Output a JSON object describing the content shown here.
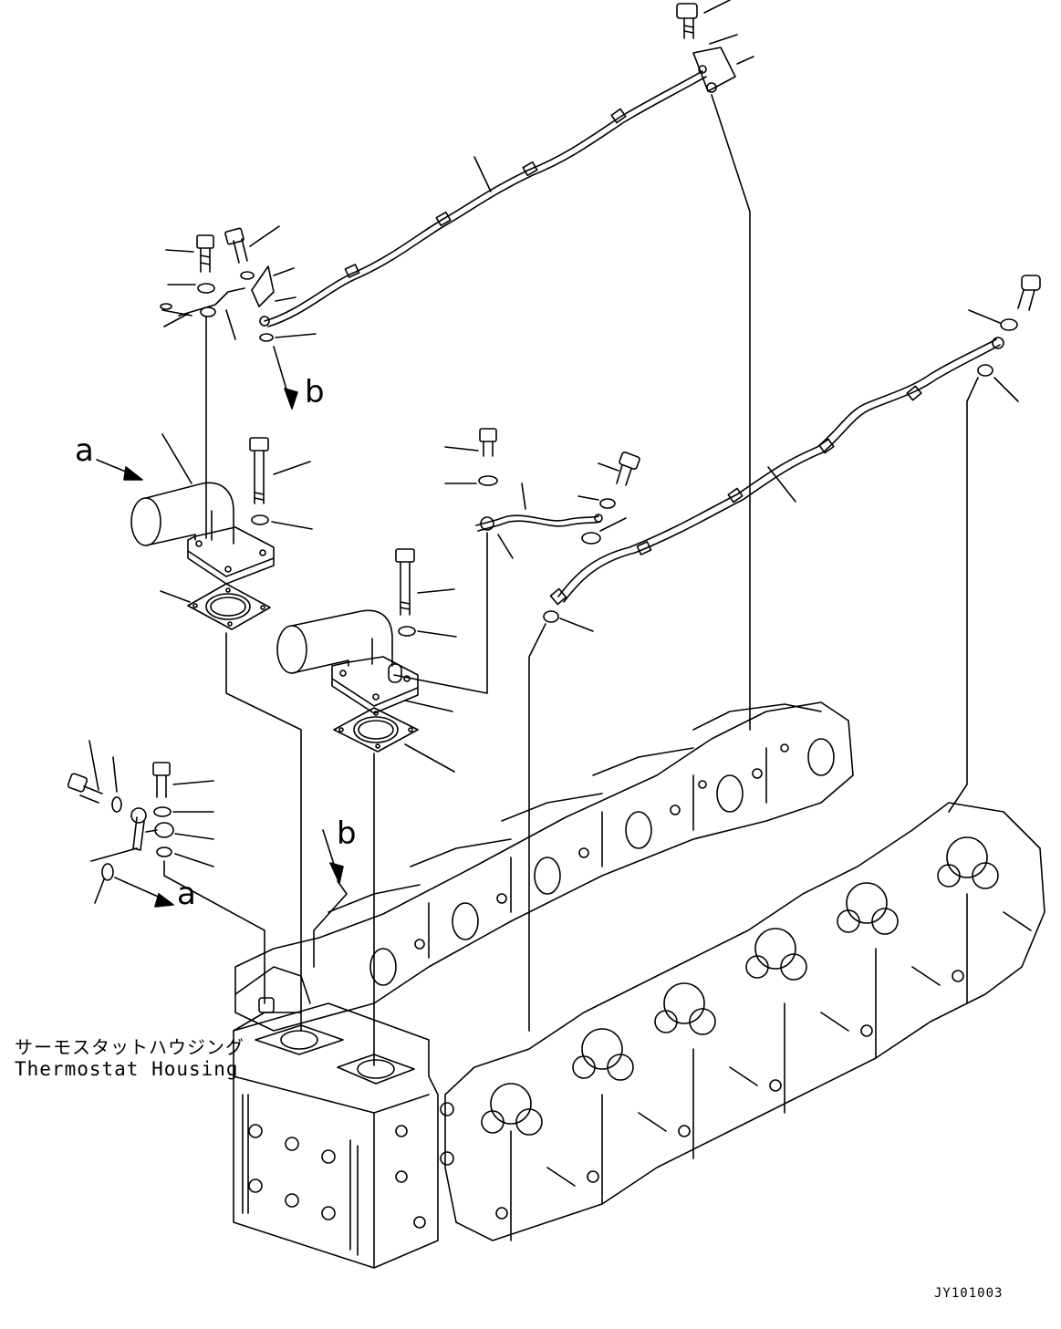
{
  "labels": {
    "component_jp": "サーモスタットハウジング",
    "component_en": "Thermostat Housing",
    "drawing_number": "JY101003",
    "callout_a": "a",
    "callout_b": "b"
  },
  "colors": {
    "line": "#000000",
    "background": "#ffffff"
  }
}
